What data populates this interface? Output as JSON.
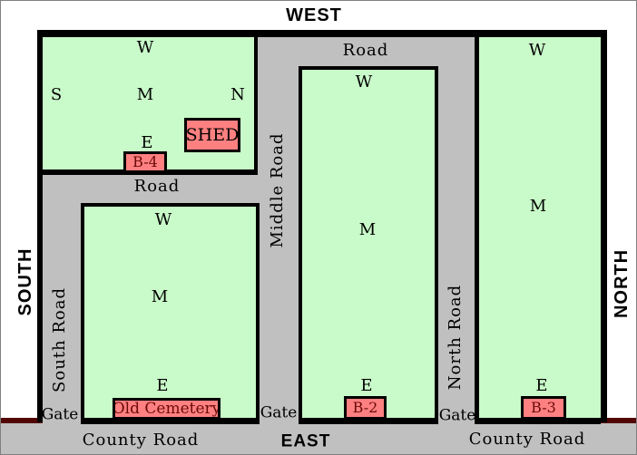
{
  "compass": {
    "west": "WEST",
    "east": "EAST",
    "south": "SOUTH",
    "north": "NORTH"
  },
  "roads": {
    "top_road": "Road",
    "west_road": "Road",
    "middle_road": "Middle Road",
    "south_road": "South Road",
    "north_road": "North Road",
    "county_road_left": "County Road",
    "county_road_right": "County Road"
  },
  "gates": {
    "south_gate": "Gate",
    "middle_gate": "Gate",
    "north_gate": "Gate"
  },
  "sections": {
    "northwest": {
      "west": "W",
      "south": "S",
      "middle": "M",
      "north": "N",
      "east": "E",
      "shed": "SHED",
      "b4": "B-4"
    },
    "old_cemetery": {
      "west": "W",
      "middle": "M",
      "east": "E",
      "name": "Old Cemetery"
    },
    "center": {
      "west": "W",
      "middle": "M",
      "east": "E",
      "b2": "B-2"
    },
    "northeast": {
      "west": "W",
      "middle": "M",
      "east": "E",
      "b3": "B-3"
    }
  },
  "colors": {
    "field_green": "#C9FAC9",
    "road_gray": "#C0C0C0",
    "building_pink": "#FF8080",
    "building_text": "#6B0A0A",
    "boundary_maroon": "#520505",
    "wall_black": "#000000"
  }
}
